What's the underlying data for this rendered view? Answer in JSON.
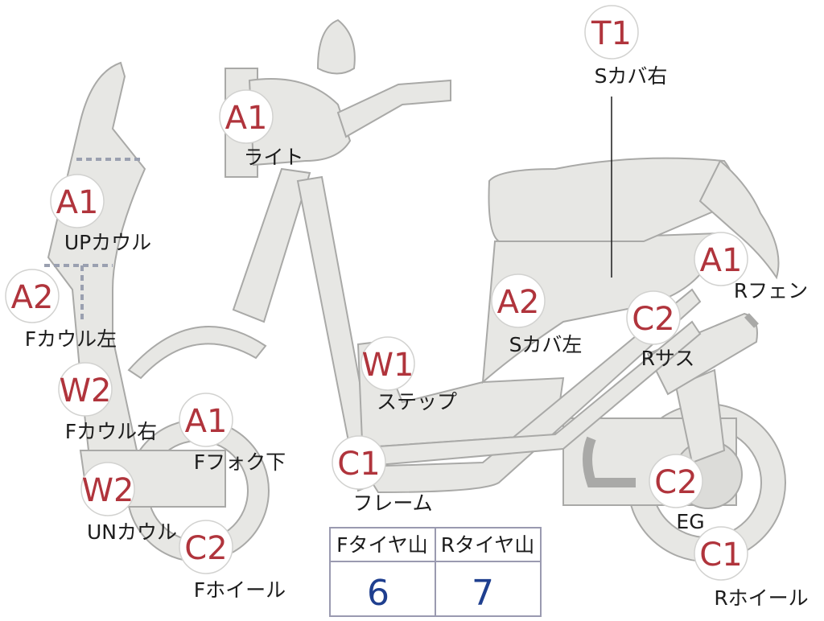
{
  "parts": [
    {
      "id": "light",
      "grade": "A1",
      "label": "ライト"
    },
    {
      "id": "up-cowl",
      "grade": "A1",
      "label": "UPカウル"
    },
    {
      "id": "f-cowl-left",
      "grade": "A2",
      "label": "Fカウル左"
    },
    {
      "id": "f-cowl-right",
      "grade": "W2",
      "label": "Fカウル右"
    },
    {
      "id": "un-cowl",
      "grade": "W2",
      "label": "UNカウル"
    },
    {
      "id": "f-fork",
      "grade": "A1",
      "label": "Fフォク下"
    },
    {
      "id": "f-wheel",
      "grade": "C2",
      "label": "Fホイール"
    },
    {
      "id": "frame",
      "grade": "C1",
      "label": "フレーム"
    },
    {
      "id": "step",
      "grade": "W1",
      "label": "ステップ"
    },
    {
      "id": "s-cover-left",
      "grade": "A2",
      "label": "Sカバ左"
    },
    {
      "id": "s-cover-right",
      "grade": "T1",
      "label": "Sカバ右"
    },
    {
      "id": "r-fender",
      "grade": "A1",
      "label": "Rフェン"
    },
    {
      "id": "r-sus",
      "grade": "C2",
      "label": "Rサス"
    },
    {
      "id": "eg",
      "grade": "C2",
      "label": "EG"
    },
    {
      "id": "r-wheel",
      "grade": "C1",
      "label": "Rホイール"
    }
  ],
  "tire_table": {
    "headers": [
      "Fタイヤ山",
      "Rタイヤ山"
    ],
    "values": [
      "6",
      "7"
    ]
  },
  "colors": {
    "grade": "#b0343c",
    "part_fill": "#e7e7e4",
    "part_stroke": "#a9a9a7",
    "table_value": "#1f3f8f"
  }
}
